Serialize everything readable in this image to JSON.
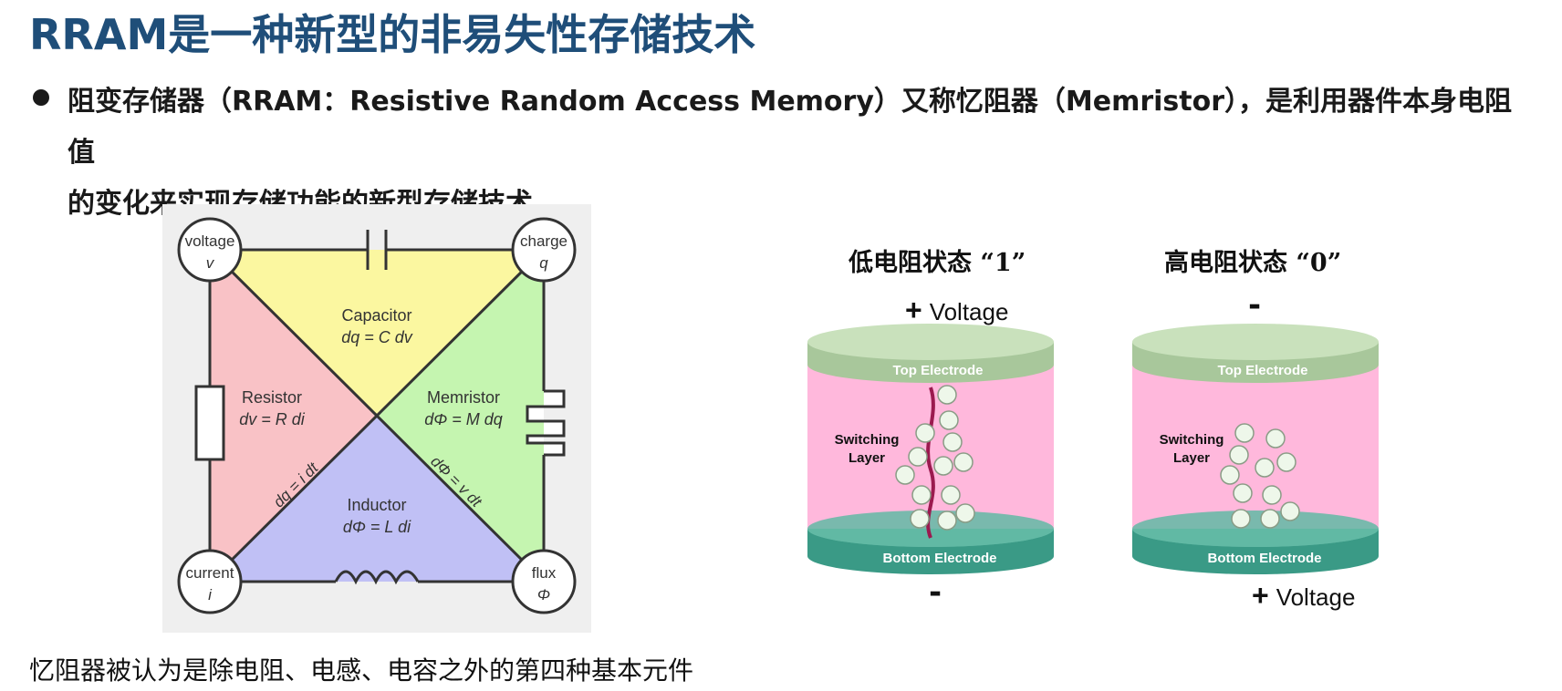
{
  "title": "RRAM是一种新型的非易失性存储技术",
  "bullet": {
    "line1": "阻变存储器（RRAM：Resistive Random Access Memory）又称忆阻器（Memristor），是利用器件本身电阻值",
    "line2": "的变化来实现存储功能的新型存储技术"
  },
  "caption": "忆阻器被认为是除电阻、电感、电容之外的第四种基本元件",
  "memristor_diagram": {
    "nodes": {
      "voltage": {
        "name": "voltage",
        "symbol": "v"
      },
      "charge": {
        "name": "charge",
        "symbol": "q"
      },
      "current": {
        "name": "current",
        "symbol": "i"
      },
      "flux": {
        "name": "flux",
        "symbol": "Φ"
      }
    },
    "regions": {
      "capacitor": {
        "name": "Capacitor",
        "eq": "dq = C dv",
        "color": "#fbf7a0"
      },
      "resistor": {
        "name": "Resistor",
        "eq": "dv = R di",
        "color": "#f9c2c6"
      },
      "memristor": {
        "name": "Memristor",
        "eq": "dΦ = M dq",
        "color": "#c5f5b0"
      },
      "inductor": {
        "name": "Inductor",
        "eq": "dΦ = L di",
        "color": "#c0c0f5"
      }
    },
    "diagonal_left": "dq = i dt",
    "diagonal_right": "dΦ = v dt"
  },
  "cells": {
    "low": {
      "state_label": "低电阻状态 “1”",
      "top_voltage_sign": "+",
      "top_voltage_text": "Voltage",
      "bottom_sign": "-",
      "top_electrode": "Top Electrode",
      "bottom_electrode": "Bottom Electrode",
      "switching_layer": "Switching Layer"
    },
    "high": {
      "state_label": "高电阻状态 “0”",
      "top_sign": "-",
      "bottom_voltage_sign": "+",
      "bottom_voltage_text": "Voltage",
      "top_electrode": "Top Electrode",
      "bottom_electrode": "Bottom Electrode",
      "switching_layer": "Switching Layer"
    }
  },
  "colors": {
    "title": "#1f4e79",
    "electrode_top": "#a8cf9a",
    "electrode_bottom": "#3f9f8a",
    "switching_layer": "#ffb8dc",
    "filament": "#9b1a4f"
  }
}
